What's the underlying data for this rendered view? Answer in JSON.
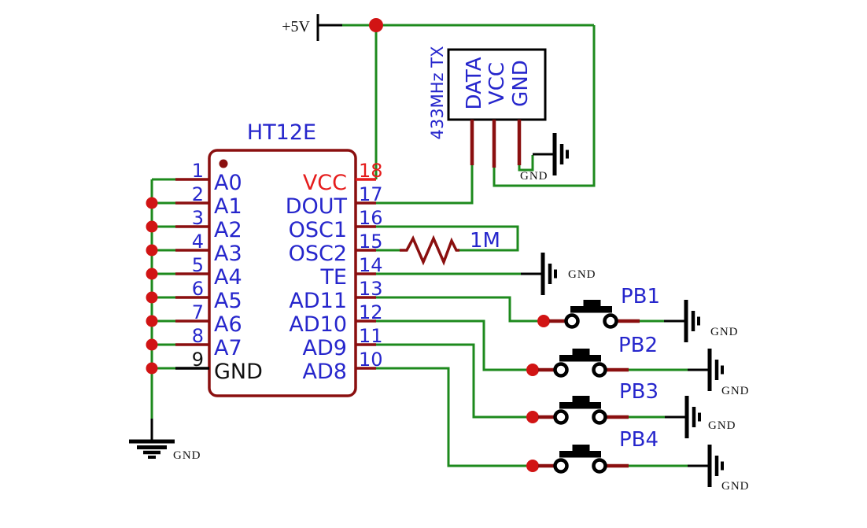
{
  "schematic": {
    "power": {
      "label": "+5V"
    },
    "ic": {
      "title": "HT12E",
      "left_pins": [
        {
          "number": "1",
          "label": "A0"
        },
        {
          "number": "2",
          "label": "A1"
        },
        {
          "number": "3",
          "label": "A2"
        },
        {
          "number": "4",
          "label": "A3"
        },
        {
          "number": "5",
          "label": "A4"
        },
        {
          "number": "6",
          "label": "A5"
        },
        {
          "number": "7",
          "label": "A6"
        },
        {
          "number": "8",
          "label": "A7"
        },
        {
          "number": "9",
          "label": "GND"
        }
      ],
      "right_pins": [
        {
          "number": "18",
          "label": "VCC"
        },
        {
          "number": "17",
          "label": "DOUT"
        },
        {
          "number": "16",
          "label": "OSC1"
        },
        {
          "number": "15",
          "label": "OSC2"
        },
        {
          "number": "14",
          "label": "TE"
        },
        {
          "number": "13",
          "label": "AD11"
        },
        {
          "number": "12",
          "label": "AD10"
        },
        {
          "number": "11",
          "label": "AD9"
        },
        {
          "number": "10",
          "label": "AD8"
        }
      ]
    },
    "tx_module": {
      "label": "433MHz TX",
      "pins": [
        {
          "label": "DATA"
        },
        {
          "label": "VCC"
        },
        {
          "label": "GND"
        }
      ]
    },
    "resistor": {
      "value": "1M"
    },
    "push_buttons": [
      {
        "label": "PB1"
      },
      {
        "label": "PB2"
      },
      {
        "label": "PB3"
      },
      {
        "label": "PB4"
      }
    ],
    "ground_label": "GND",
    "colors": {
      "wire": "#1d8a1d",
      "component": "#8a0f0f",
      "power_pin": "#e51c1c",
      "label_blue": "#2626cc",
      "junction": "#d11414",
      "black": "#000000",
      "background": "#ffffff"
    }
  }
}
